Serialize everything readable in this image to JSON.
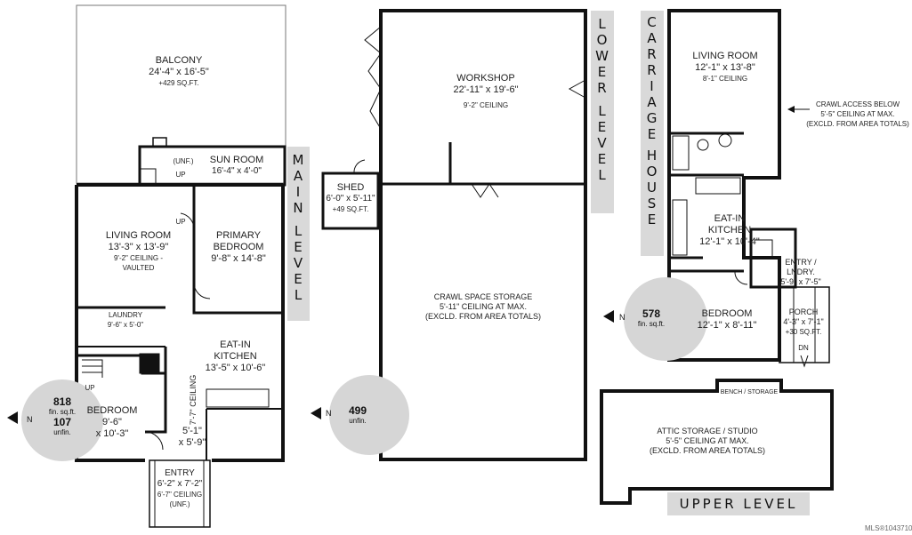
{
  "level_tags": {
    "main": [
      "M",
      "A",
      "I",
      "N",
      "L",
      "E",
      "V",
      "E",
      "L"
    ],
    "lower": [
      "L",
      "O",
      "W",
      "E",
      "R",
      "L",
      "E",
      "V",
      "E",
      "L"
    ],
    "carriage": [
      "C",
      "A",
      "R",
      "R",
      "I",
      "A",
      "G",
      "E",
      "H",
      "O",
      "U",
      "S",
      "E"
    ],
    "upper": "UPPER LEVEL"
  },
  "rooms": {
    "balcony": {
      "name": "BALCONY",
      "dims": "24'-4\" x 16'-5\"",
      "note": "+429 SQ.FT."
    },
    "unf": {
      "name": "(UNF.)"
    },
    "sun_room": {
      "name": "SUN ROOM",
      "dims": "16'-4\" x 4'-0\""
    },
    "up1": {
      "name": "UP"
    },
    "up2": {
      "name": "UP"
    },
    "up3": {
      "name": "UP"
    },
    "living_main": {
      "name": "LIVING ROOM",
      "dims": "13'-3\" x 13'-9\"",
      "note1": "9'-2\" CEILING -",
      "note2": "VAULTED"
    },
    "primary_bedroom": {
      "name1": "PRIMARY",
      "name2": "BEDROOM",
      "dims": "9'-8\" x 14'-8\""
    },
    "laundry": {
      "name": "LAUNDRY",
      "dims": "9'-6\" x 5'-0\""
    },
    "eatin_main": {
      "name1": "EAT-IN",
      "name2": "KITCHEN",
      "dims": "13'-5\" x 10'-6\""
    },
    "ceiling_77": {
      "name": "7'-7\" CEILING"
    },
    "bedroom_main": {
      "name": "BEDROOM",
      "dims1": "9'-6\"",
      "dims2": "x 10'-3\""
    },
    "hall": {
      "dims1": "5'-1\"",
      "dims2": "x 5'-9\""
    },
    "entry_main": {
      "name": "ENTRY",
      "dims": "6'-2\" x 7'-2\"",
      "note1": "6'-7\" CEILING",
      "note2": "(UNF.)"
    },
    "workshop": {
      "name": "WORKSHOP",
      "dims": "22'-11\" x 19'-6\"",
      "note": "9'-2\" CEILING"
    },
    "shed": {
      "name": "SHED",
      "dims": "6'-0\" x 5'-11\"",
      "note": "+49 SQ.FT."
    },
    "crawl_lower": {
      "line1": "CRAWL SPACE STORAGE",
      "line2": "5'-11\" CEILING AT MAX.",
      "line3": "(EXCLD. FROM AREA TOTALS)"
    },
    "living_carriage": {
      "name": "LIVING ROOM",
      "dims": "12'-1\" x 13'-8\"",
      "note": "8'-1\" CEILING"
    },
    "crawl_access": {
      "line1": "CRAWL ACCESS BELOW",
      "line2": "5'-5\" CEILING AT MAX.",
      "line3": "(EXCLD. FROM AREA TOTALS)"
    },
    "eatin_carriage": {
      "name1": "EAT-IN",
      "name2": "KITCHEN",
      "dims": "12'-1\" x 10'-4\""
    },
    "entry_lndry": {
      "name1": "ENTRY /",
      "name2": "LNDRY.",
      "dims": "5'-9\" x 7'-5\""
    },
    "bedroom_carriage": {
      "name": "BEDROOM",
      "dims": "12'-1\" x 8'-11\""
    },
    "porch": {
      "name": "PORCH",
      "dims": "4'-3\" x 7'-1\"",
      "note": "+30 SQ.FT."
    },
    "dn": {
      "name": "DN"
    },
    "bench": {
      "name": "BENCH / STORAGE"
    },
    "attic": {
      "line1": "ATTIC STORAGE / STUDIO",
      "line2": "5'-5\" CEILING AT MAX.",
      "line3": "(EXCLD. FROM AREA TOTALS)"
    }
  },
  "areas": {
    "main": {
      "value": "818",
      "unit": "fin. sq.ft.",
      "value2": "107",
      "unit2": "unfin."
    },
    "lower": {
      "value": "499",
      "unit": "unfin."
    },
    "carriage": {
      "value": "578",
      "unit": "fin. sq.ft."
    }
  },
  "north_label": "N",
  "mls": "MLS®1043710",
  "colors": {
    "wall": "#111111",
    "tag": "#d9d9d9",
    "area_circle": "#d6d6d6"
  }
}
